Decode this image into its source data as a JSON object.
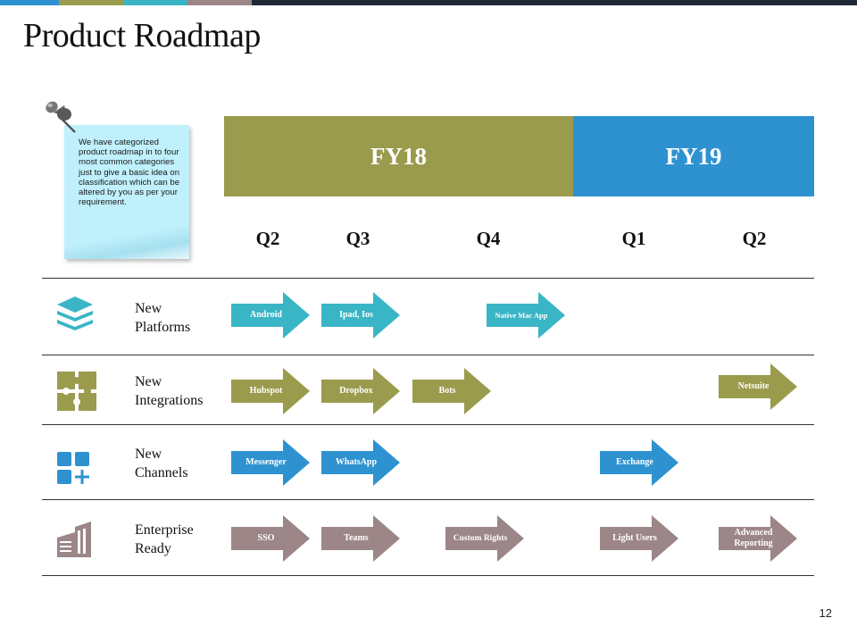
{
  "colors": {
    "olive": "#9b9b4d",
    "blue": "#2e92d0",
    "teal": "#3ab5c6",
    "mauve": "#9c8687",
    "dark": "#1f2a36"
  },
  "title": "Product Roadmap",
  "note": "We have categorized product roadmap in to four most common categories just to give a basic idea on classification which can be altered by you as per your requirement.",
  "fiscal_years": [
    {
      "label": "FY18"
    },
    {
      "label": "FY19"
    }
  ],
  "quarters": [
    "Q2",
    "Q3",
    "Q4",
    "Q1",
    "Q2"
  ],
  "rows": [
    {
      "label_line1": "New",
      "label_line2": "Platforms",
      "icon": "layers-icon",
      "items": [
        "Android",
        "Ipad, Ios",
        "Native Mac App"
      ]
    },
    {
      "label_line1": "New",
      "label_line2": "Integrations",
      "icon": "puzzle-icon",
      "items": [
        "Hubspot",
        "Dropbox",
        "Bots",
        "Netsuite"
      ]
    },
    {
      "label_line1": "New",
      "label_line2": "Channels",
      "icon": "app-grid-add-icon",
      "items": [
        "Messenger",
        "WhatsApp",
        "Exchange"
      ]
    },
    {
      "label_line1": "Enterprise",
      "label_line2": "Ready",
      "icon": "buildings-icon",
      "items": [
        "SSO",
        "Teams",
        "Custom Rights",
        "Light Users",
        "Advanced Reporting"
      ]
    }
  ],
  "page_number": "12"
}
